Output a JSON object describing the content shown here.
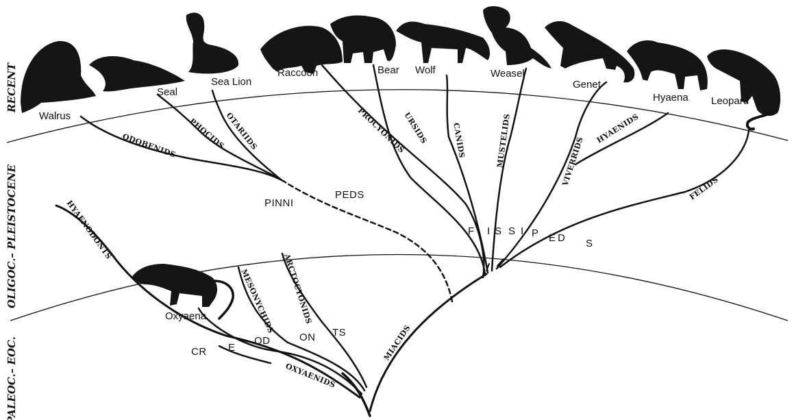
{
  "eras": {
    "recent": "RECENT",
    "oligoc_pleistocene": "OLIGOC.– PLEISTOCENE",
    "paleoc_eoc": "PALEOC.– EOC."
  },
  "animals": {
    "walrus": "Walrus",
    "seal": "Seal",
    "sea_lion": "Sea Lion",
    "raccoon": "Raccoon",
    "bear": "Bear",
    "wolf": "Wolf",
    "weasel": "Weasel",
    "genet": "Genet",
    "hyaena": "Hyaena",
    "leopard": "Leopard",
    "oxyaena": "Oxyaena"
  },
  "groups": {
    "odobenids": "ODOBENIDS",
    "phocids": "PHOCIDS",
    "otariids": "OTARIIDS",
    "procyonids": "PROCYONIDS",
    "ursids": "URSIDS",
    "canids": "CANIDS",
    "mustelids": "MUSTELIDS",
    "viverrids": "VIVERRIDS",
    "hyaenids": "HYAENIDS",
    "felids": "FELIDS",
    "hyaenodonts": "HYAENODONTS",
    "mesonychids": "MESONYCHIDS",
    "arctocyonids": "ARCTOCYONIDS",
    "miacids": "MIACIDS",
    "oxyaenids": "OXYAENIDS"
  },
  "clades": {
    "pinnipeds": [
      "PINNI",
      "PEDS"
    ],
    "fissipeds": [
      "F",
      "I",
      "S",
      "S",
      "I",
      "P",
      "E",
      "D",
      "S"
    ],
    "creodonts": [
      "CR",
      "E",
      "OD",
      "ON",
      "TS"
    ]
  }
}
